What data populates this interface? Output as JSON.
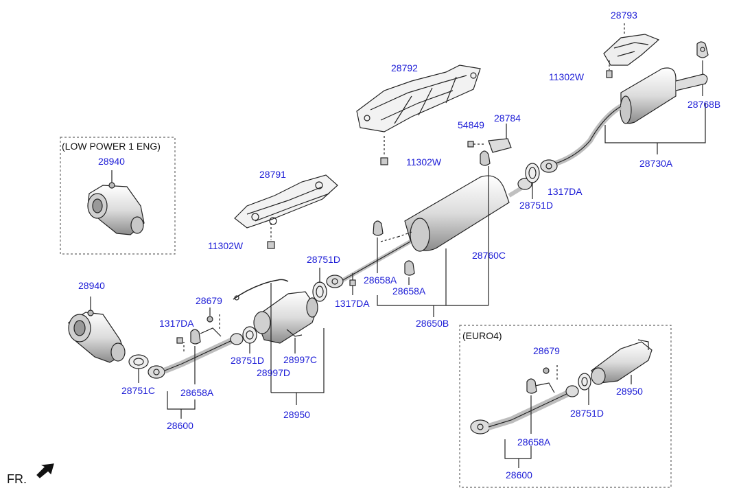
{
  "colors": {
    "label": "#1a1ad6",
    "line": "#222222",
    "part_fill": "#e6e6e6",
    "part_shade": "#9a9a9a"
  },
  "boxes": {
    "low_power": "(LOW POWER 1 ENG)",
    "euro4": "(EURO4)"
  },
  "front_marker": "FR.",
  "parts": {
    "p28793": "28793",
    "p11302w_top": "11302W",
    "p28768b": "28768B",
    "p28792": "28792",
    "p28730a": "28730A",
    "p54849": "54849",
    "p28784": "28784",
    "p11302w_mid": "11302W",
    "p28940_box": "28940",
    "p28791": "28791",
    "p1317da_r": "1317DA",
    "p28751d_r": "28751D",
    "p11302w_left": "11302W",
    "p28751d_m": "28751D",
    "p28760c": "28760C",
    "p28658a_m1": "28658A",
    "p28658a_m2": "28658A",
    "p1317da_m": "1317DA",
    "p28940": "28940",
    "p28679": "28679",
    "p1317da_l": "1317DA",
    "p28650b": "28650B",
    "p28751d_l": "28751D",
    "p28997c": "28997C",
    "p28997d": "28997D",
    "p28751c": "28751C",
    "p28658a_l": "28658A",
    "p28600": "28600",
    "p28950": "28950",
    "p28679_e": "28679",
    "p28950_e": "28950",
    "p28751d_e": "28751D",
    "p28658a_e": "28658A",
    "p28600_e": "28600"
  }
}
